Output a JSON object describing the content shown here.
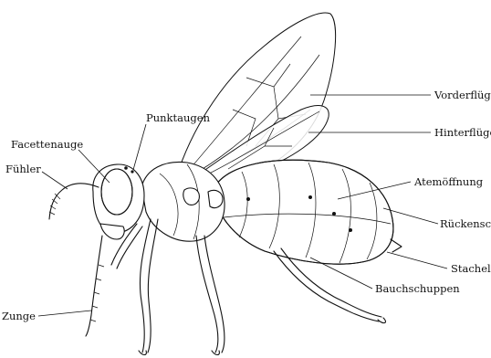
{
  "labels": {
    "vorderfluegel": "Vorderflügel",
    "hinterfluegel": "Hinterflügel",
    "punktaugen": "Punktaugen",
    "facettenauge": "Facettenauge",
    "fuehler": "Fühler",
    "atemoeffnung": "Atemöffnung",
    "rueckenschuppen": "Rückenschuppen",
    "stachel": "Stachel",
    "bauchschuppen": "Bauchschuppen",
    "zunge": "Zunge"
  },
  "colors": {
    "ink": "#111111",
    "background": "#ffffff"
  }
}
